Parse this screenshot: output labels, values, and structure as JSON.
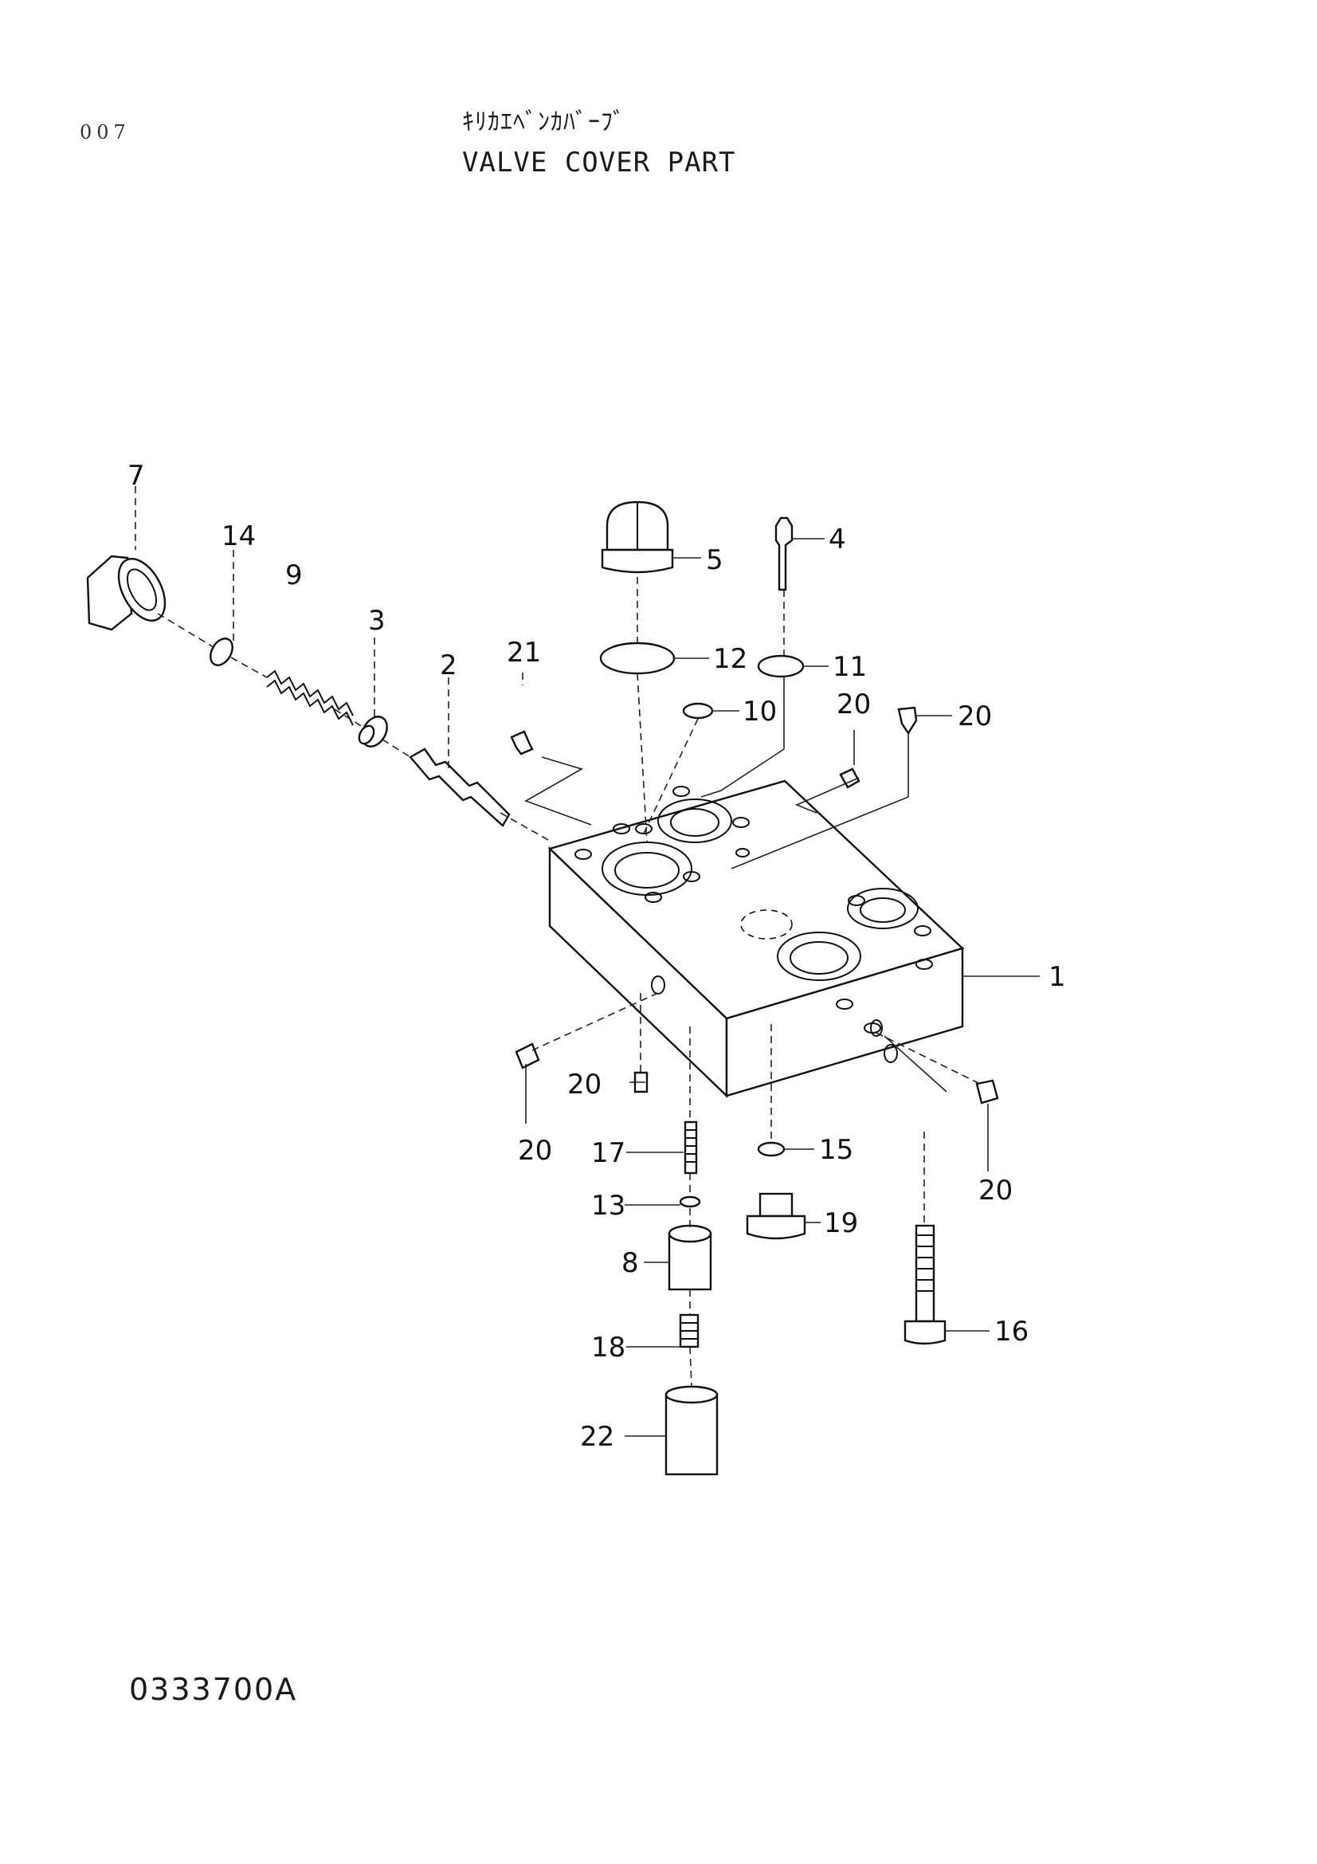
{
  "header": {
    "page_number": "007",
    "title_jp": "ｷﾘｶｴﾍﾞﾝｶﾊﾞｰﾌﾞ",
    "title_en": "VALVE COVER PART"
  },
  "footer": {
    "drawing_code": "0333700A"
  },
  "callouts": {
    "c1": "1",
    "c2": "2",
    "c3": "3",
    "c4": "4",
    "c5": "5",
    "c7": "7",
    "c8": "8",
    "c9": "9",
    "c10": "10",
    "c11": "11",
    "c12": "12",
    "c13": "13",
    "c14": "14",
    "c15": "15",
    "c16": "16",
    "c17": "17",
    "c18": "18",
    "c19": "19",
    "c20": "20",
    "c21": "21",
    "c22": "22"
  }
}
